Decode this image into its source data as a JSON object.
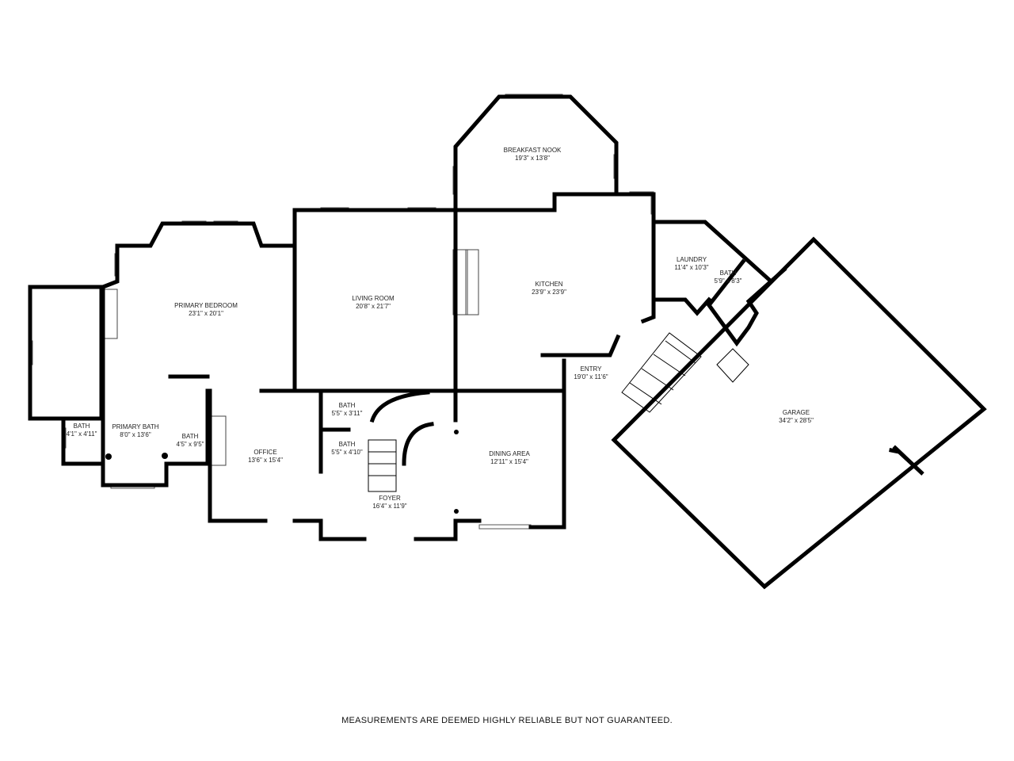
{
  "rooms": [
    {
      "name": "BREAKFAST NOOK",
      "size": "19'3\" x 13'8\""
    },
    {
      "name": "PRIMARY BEDROOM",
      "size": "23'1\" x 20'1\""
    },
    {
      "name": "LIVING ROOM",
      "size": "20'8\" x 21'7\""
    },
    {
      "name": "KITCHEN",
      "size": "23'9\" x 23'9\""
    },
    {
      "name": "LAUNDRY",
      "size": "11'4\" x 10'3\""
    },
    {
      "name": "BATH",
      "size": "5'9\" x 8'3\""
    },
    {
      "name": "ENTRY",
      "size": "19'0\" x 11'6\""
    },
    {
      "name": "GARAGE",
      "size": "34'2\" x 28'5\""
    },
    {
      "name": "BATH",
      "size": "4'1\" x 4'11\""
    },
    {
      "name": "PRIMARY BATH",
      "size": "8'0\" x 13'6\""
    },
    {
      "name": "BATH",
      "size": "4'5\" x 9'5\""
    },
    {
      "name": "OFFICE",
      "size": "13'6\" x 15'4\""
    },
    {
      "name": "BATH",
      "size": "5'5\" x 3'11\""
    },
    {
      "name": "BATH",
      "size": "5'5\" x 4'10\""
    },
    {
      "name": "DINING AREA",
      "size": "12'11\" x 15'4\""
    },
    {
      "name": "FOYER",
      "size": "16'4\" x 11'9\""
    }
  ],
  "disclaimer": "MEASUREMENTS ARE DEEMED HIGHLY RELIABLE BUT NOT GUARANTEED."
}
